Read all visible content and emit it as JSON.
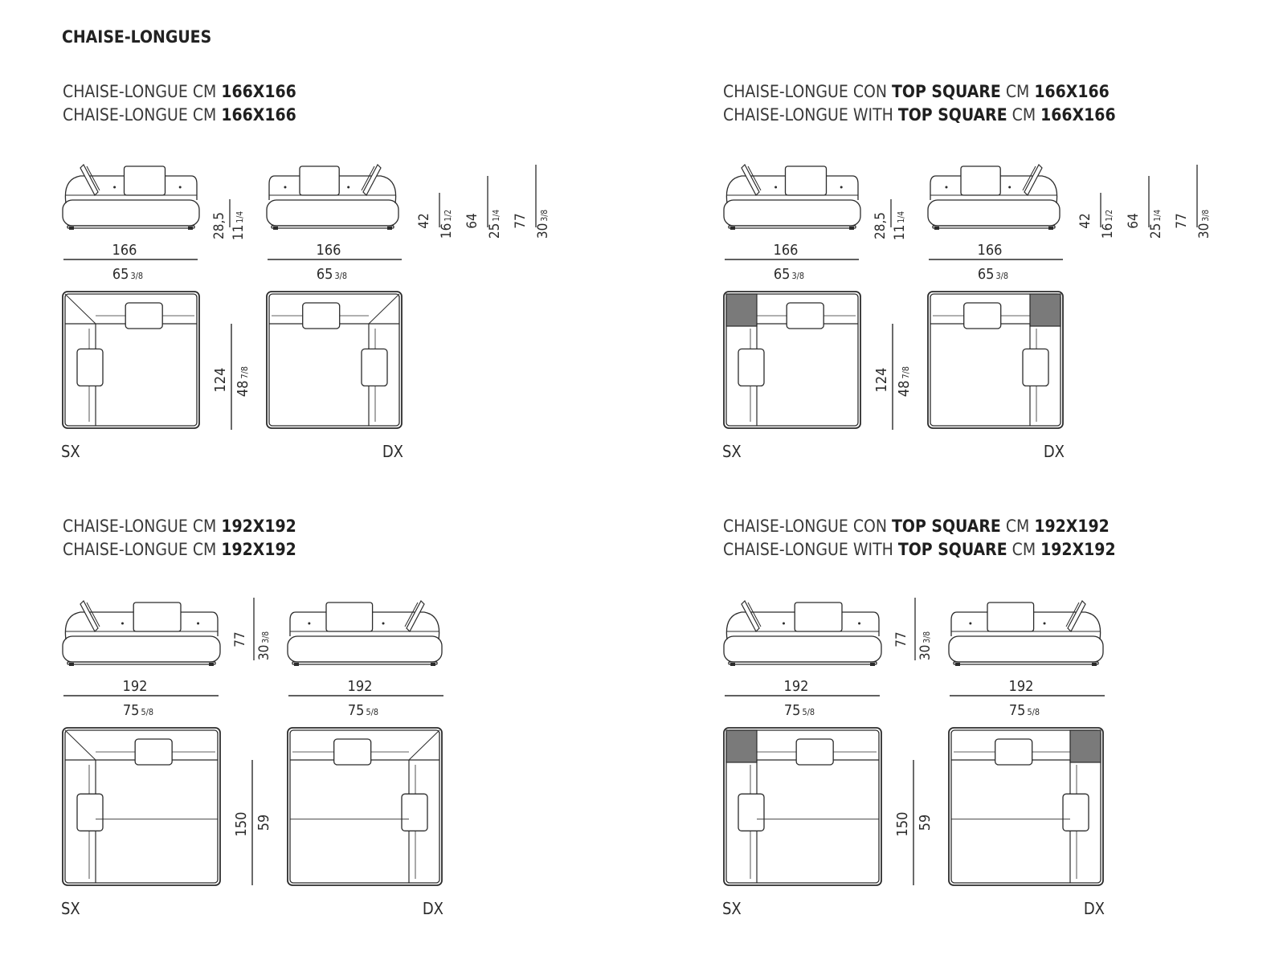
{
  "page_title": "CHAISE-LONGUES",
  "sections": [
    {
      "id": "cl-166",
      "caption_it": {
        "pre": "CHAISE-LONGUE CM ",
        "bold1": "",
        "mid": "",
        "bold2": "166X166"
      },
      "caption_en": {
        "pre": "CHAISE-LONGUE CM ",
        "bold1": "",
        "mid": "",
        "bold2": "166X166"
      },
      "width_cm": "166",
      "width_in": "65",
      "width_in_frac": "3/8",
      "seat_cm": "28,5",
      "seat_in": "11",
      "seat_in_frac": "1/4",
      "depth_cm": "124",
      "depth_in": "48",
      "depth_in_frac": "7/8",
      "heights": [
        {
          "cm": "42",
          "in": "16",
          "frac": "1/2"
        },
        {
          "cm": "64",
          "in": "25",
          "frac": "1/4"
        },
        {
          "cm": "77",
          "in": "30",
          "frac": "3/8"
        }
      ],
      "left_label": "SX",
      "right_label": "DX"
    },
    {
      "id": "cl-166-top",
      "caption_it": {
        "pre": "CHAISE-LONGUE CON ",
        "bold1": "TOP SQUARE",
        "mid": " CM ",
        "bold2": "166X166"
      },
      "caption_en": {
        "pre": "CHAISE-LONGUE WITH ",
        "bold1": "TOP SQUARE",
        "mid": " CM ",
        "bold2": "166X166"
      },
      "width_cm": "166",
      "width_in": "65",
      "width_in_frac": "3/8",
      "seat_cm": "28,5",
      "seat_in": "11",
      "seat_in_frac": "1/4",
      "depth_cm": "124",
      "depth_in": "48",
      "depth_in_frac": "7/8",
      "heights": [
        {
          "cm": "42",
          "in": "16",
          "frac": "1/2"
        },
        {
          "cm": "64",
          "in": "25",
          "frac": "1/4"
        },
        {
          "cm": "77",
          "in": "30",
          "frac": "3/8"
        }
      ],
      "left_label": "SX",
      "right_label": "DX"
    },
    {
      "id": "cl-192",
      "caption_it": {
        "pre": "CHAISE-LONGUE CM ",
        "bold1": "",
        "mid": "",
        "bold2": "192X192"
      },
      "caption_en": {
        "pre": "CHAISE-LONGUE CM ",
        "bold1": "",
        "mid": "",
        "bold2": "192X192"
      },
      "width_cm": "192",
      "width_in": "75",
      "width_in_frac": "5/8",
      "height_cm": "77",
      "height_in": "30",
      "height_in_frac": "3/8",
      "depth_cm": "150",
      "depth_in": "59",
      "left_label": "SX",
      "right_label": "DX"
    },
    {
      "id": "cl-192-top",
      "caption_it": {
        "pre": "CHAISE-LONGUE CON ",
        "bold1": "TOP SQUARE",
        "mid": " CM ",
        "bold2": "192X192"
      },
      "caption_en": {
        "pre": "CHAISE-LONGUE WITH ",
        "bold1": "TOP SQUARE",
        "mid": " CM ",
        "bold2": "192X192"
      },
      "width_cm": "192",
      "width_in": "75",
      "width_in_frac": "5/8",
      "height_cm": "77",
      "height_in": "30",
      "height_in_frac": "3/8",
      "depth_cm": "150",
      "depth_in": "59",
      "left_label": "SX",
      "right_label": "DX"
    }
  ],
  "colors": {
    "line": "#2b2b2b",
    "fill_dark": "#7a7a7a",
    "cushion": "#ffffff"
  }
}
